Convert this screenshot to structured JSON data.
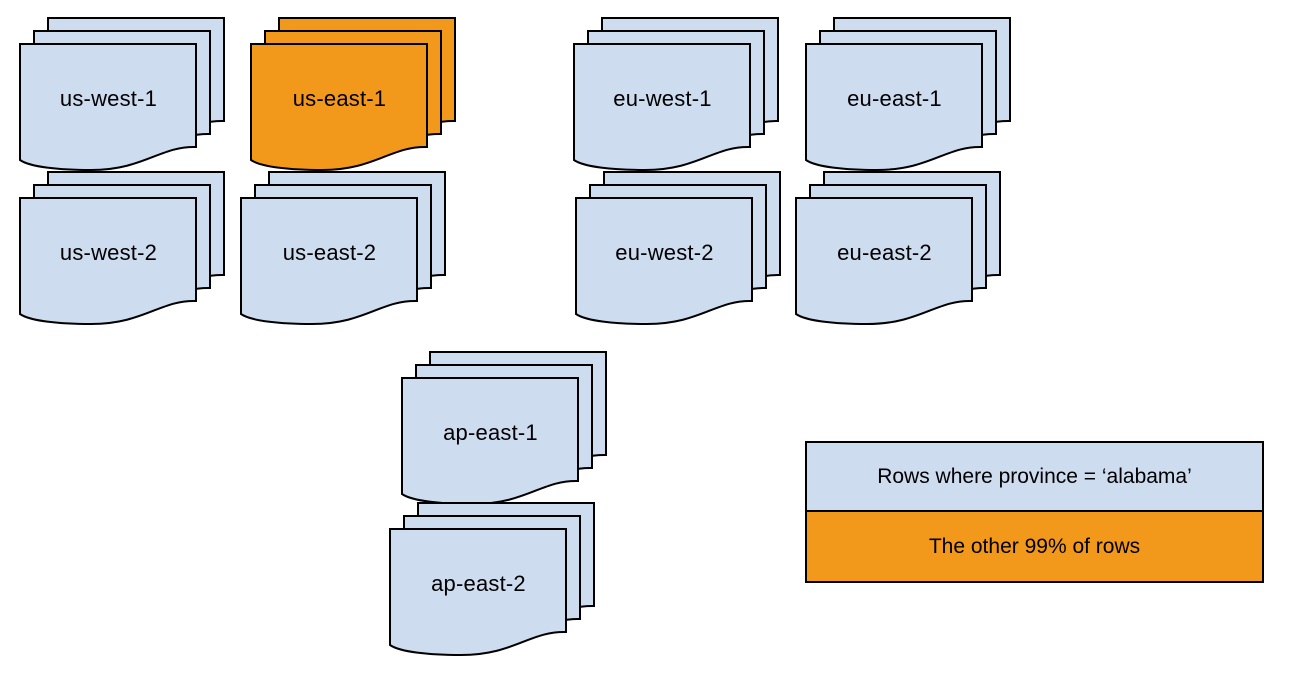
{
  "diagram": {
    "stacks": [
      {
        "id": "us-west-1",
        "label": "us-west-1",
        "highlighted": false
      },
      {
        "id": "us-east-1",
        "label": "us-east-1",
        "highlighted": true
      },
      {
        "id": "eu-west-1",
        "label": "eu-west-1",
        "highlighted": false
      },
      {
        "id": "eu-east-1",
        "label": "eu-east-1",
        "highlighted": false
      },
      {
        "id": "us-west-2",
        "label": "us-west-2",
        "highlighted": false
      },
      {
        "id": "us-east-2",
        "label": "us-east-2",
        "highlighted": false
      },
      {
        "id": "eu-west-2",
        "label": "eu-west-2",
        "highlighted": false
      },
      {
        "id": "eu-east-2",
        "label": "eu-east-2",
        "highlighted": false
      },
      {
        "id": "ap-east-1",
        "label": "ap-east-1",
        "highlighted": false
      },
      {
        "id": "ap-east-2",
        "label": "ap-east-2",
        "highlighted": false
      }
    ],
    "legend": {
      "items": [
        {
          "label": "Rows where province = ‘alabama’",
          "swatch_color": "#CEDCF0"
        },
        {
          "label": "The other 99% of rows",
          "swatch_color": "#F2981B"
        }
      ]
    },
    "colors": {
      "document_fill": "#CEDCF0",
      "highlight_fill": "#F2981B",
      "outline": "#000000"
    }
  }
}
